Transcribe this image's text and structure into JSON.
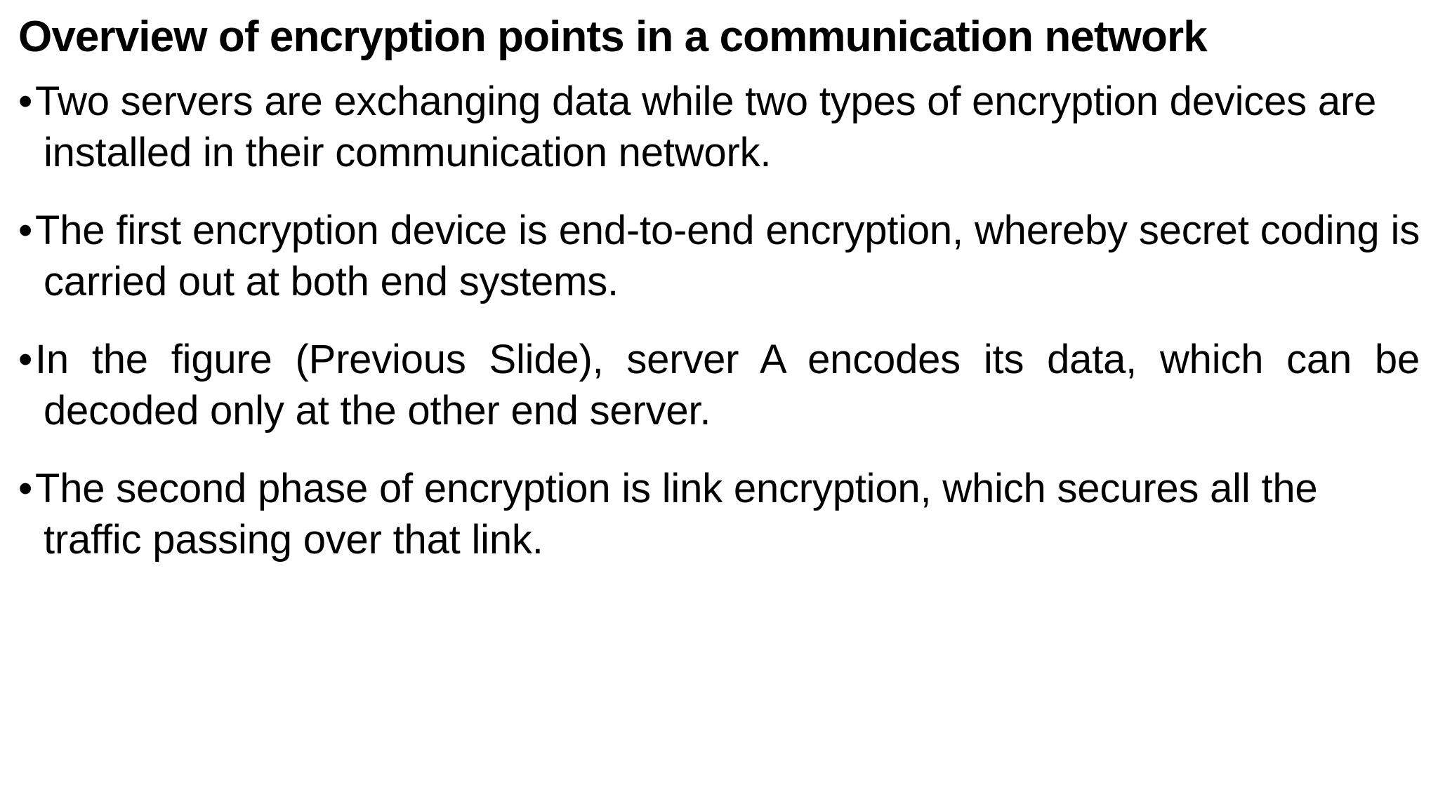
{
  "slide": {
    "title": "Overview of encryption points in a communication network",
    "bullet_marker": "•",
    "background_color": "#ffffff",
    "text_color": "#000000",
    "bullets": [
      {
        "text": "Two servers are exchanging data while two types of encryption devices are installed in their communication network.",
        "alignment": "left"
      },
      {
        "text": "The first encryption device is end-to-end encryption, whereby secret coding is carried out at both end systems.",
        "alignment": "justify"
      },
      {
        "text": "In the figure (Previous Slide), server A encodes its data, which can be decoded only at the other end server.",
        "alignment": "justify"
      },
      {
        "text": "The second phase of encryption is link encryption, which secures all the traffic passing over that link.",
        "alignment": "left"
      }
    ]
  }
}
